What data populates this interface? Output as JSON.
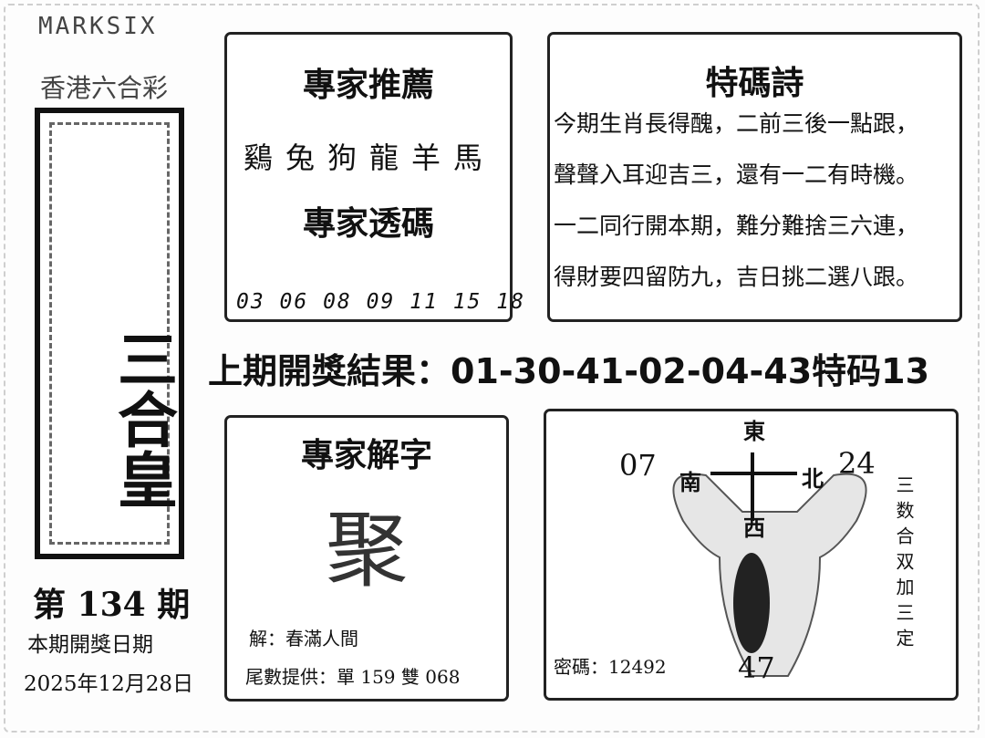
{
  "brand": {
    "name": "MARKSIX",
    "subtitle": "香港六合彩"
  },
  "banner": {
    "title": "三合皇"
  },
  "issue": {
    "number_text": "第 134 期",
    "draw_label": "本期開獎日期",
    "draw_date": "2025年12月28日"
  },
  "recommend": {
    "title": "專家推薦",
    "zodiacs": "鷄兔狗龍羊馬",
    "reveal_title": "專家透碼",
    "numbers": "03 06 08 09 11 15 18"
  },
  "poem": {
    "title": "特碼詩",
    "lines": [
      "今期生肖長得醜，二前三後一點跟，",
      "聲聲入耳迎吉三，還有一二有時機。",
      "一二同行開本期，難分難捨三六連，",
      "得財要四留防九，吉日挑二選八跟。"
    ]
  },
  "last_result": {
    "label": "上期開獎結果：",
    "numbers": "01-30-41-02-04-43特码13"
  },
  "decode": {
    "title": "專家解字",
    "character": "聚",
    "explain_label": "解：",
    "explain_text": "春滿人間",
    "tail_label": "尾數提供：",
    "tail_text": "單 159 雙 068"
  },
  "compass": {
    "east": "東",
    "south": "南",
    "north": "北",
    "west": "西",
    "left_number": "07",
    "right_number": "24",
    "bottom_number": "47",
    "side_text": "三数合双加三定",
    "code_label": "密碼：",
    "code_value": "12492"
  }
}
